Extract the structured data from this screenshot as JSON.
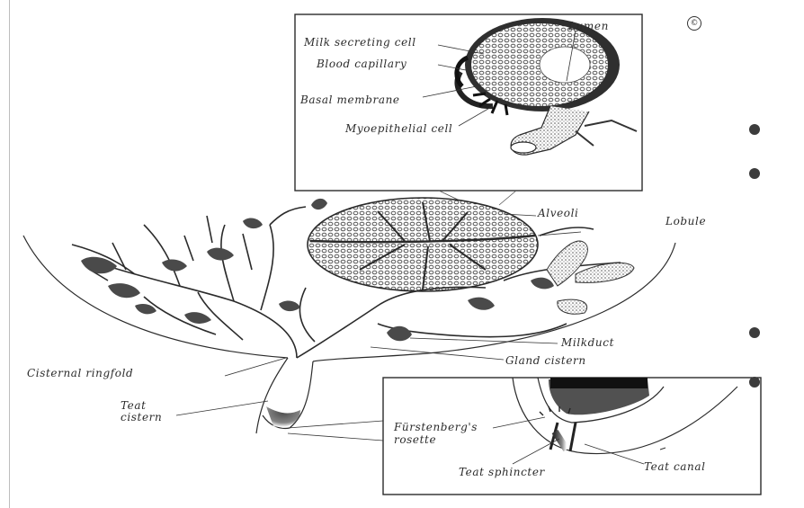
{
  "labels": {
    "lumen": "Lumen",
    "milk_secreting_cell": "Milk secreting cell",
    "blood_capillary": "Blood capillary",
    "basal_membrane": "Basal membrane",
    "myoepithelial_cell": "Myoepithelial cell",
    "alveoli": "Alveoli",
    "lobule": "Lobule",
    "milkduct": "Milkduct",
    "gland_cistern": "Gland cistern",
    "cisternal_ringfold": "Cisternal ringfold",
    "teat_cistern_line1": "Teat",
    "teat_cistern_line2": "cistern",
    "furstenberg_line1": "Fürstenberg's",
    "furstenberg_line2": "rosette",
    "teat_sphincter": "Teat sphincter",
    "teat_canal": "Teat canal"
  },
  "copyright_symbol": "©",
  "colors": {
    "ink": "#2b2b2b",
    "background": "#ffffff"
  }
}
